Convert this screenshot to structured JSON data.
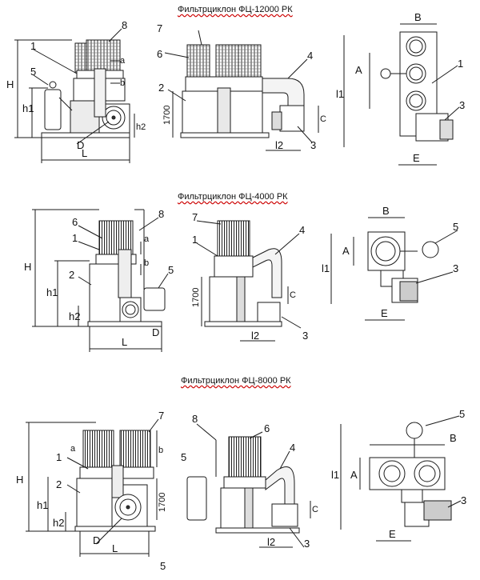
{
  "titles": {
    "t1": "Фильтрциклон ФЦ-12000 РК",
    "t2": "Фильтрциклон ФЦ-4000 РК",
    "t3": "Фильтрциклон ФЦ-8000 РК"
  },
  "labels": {
    "n1": "1",
    "n2": "2",
    "n3": "3",
    "n4": "4",
    "n5": "5",
    "n6": "6",
    "n7": "7",
    "n8": "8",
    "H": "H",
    "h1": "h1",
    "h2": "h2",
    "a": "a",
    "b": "b",
    "D": "D",
    "L": "L",
    "d1700": "1700",
    "C": "C",
    "l2": "l2",
    "A": "A",
    "B": "B",
    "l1": "l1",
    "E": "E"
  },
  "colors": {
    "line": "#1a1a1a",
    "shade": "#bdbdbd",
    "dark": "#555555"
  }
}
